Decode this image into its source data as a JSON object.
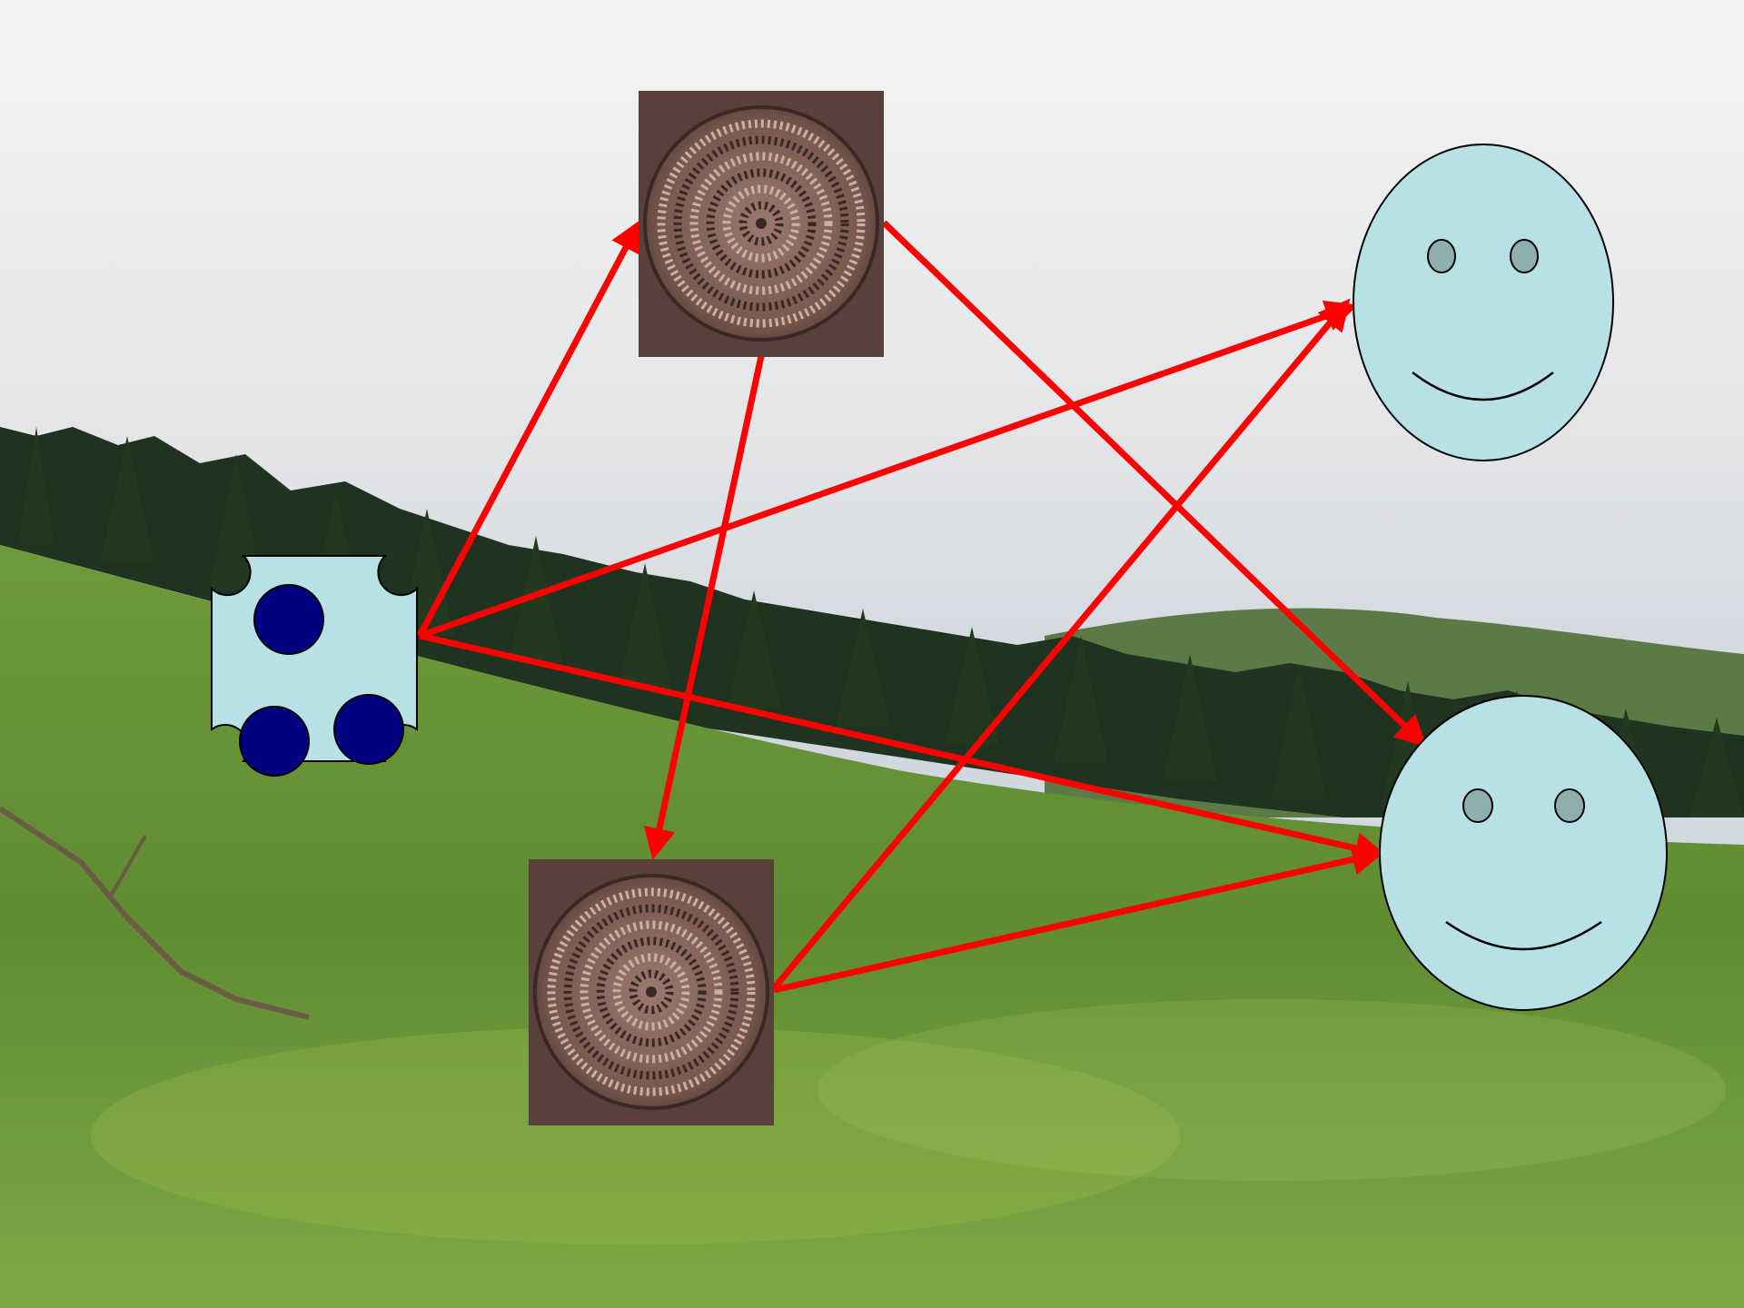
{
  "scene": {
    "background": "hillside-landscape-photo",
    "sky_colors": [
      "#f4f4f4",
      "#d8dde2",
      "#b9c8d8"
    ],
    "grass_colors": [
      "#6f9a3a",
      "#5f8a30",
      "#7ea845"
    ],
    "forest_color": "#1f3320",
    "hills_color": "#5b7a45"
  },
  "diagram": {
    "arrow_color": "#ff0000",
    "nodes": [
      {
        "id": "group",
        "kind": "dice-token",
        "fill": "#b7e1e5",
        "dot_color": "#000080",
        "dots": 3
      },
      {
        "id": "pattern-top",
        "kind": "engraved-concentric-stone",
        "color": "#7a5a50"
      },
      {
        "id": "pattern-bottom",
        "kind": "engraved-concentric-stone",
        "color": "#7a5a50"
      },
      {
        "id": "face-top",
        "kind": "smiley-face",
        "fill": "#b7e1e5",
        "eye_color": "#8faeae"
      },
      {
        "id": "face-bottom",
        "kind": "smiley-face",
        "fill": "#b7e1e5",
        "eye_color": "#8faeae"
      }
    ],
    "edges": [
      {
        "from": "group",
        "to": "pattern-top"
      },
      {
        "from": "group",
        "to": "face-top"
      },
      {
        "from": "group",
        "to": "face-bottom"
      },
      {
        "from": "pattern-top",
        "to": "pattern-bottom"
      },
      {
        "from": "pattern-top",
        "to": "face-bottom"
      },
      {
        "from": "pattern-bottom",
        "to": "face-top"
      },
      {
        "from": "pattern-bottom",
        "to": "face-bottom"
      }
    ]
  }
}
